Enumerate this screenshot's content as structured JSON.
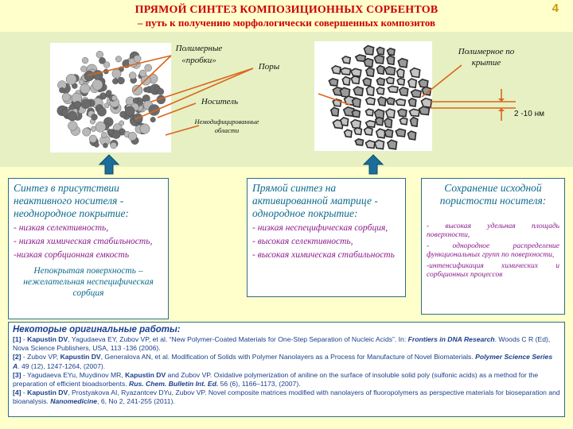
{
  "header": {
    "title": "ПРЯМОЙ СИНТЕЗ КОМПОЗИЦИОННЫХ СОРБЕНТОВ",
    "subtitle": "– путь к получению морфологически совершенных композитов",
    "page_number": "4"
  },
  "figure": {
    "label_polymer_plugs_1": "Полимерные",
    "label_polymer_plugs_2": "«пробки»",
    "label_pores": "Поры",
    "label_carrier": "Носитель",
    "label_unmodified_1": "Немодифицированные",
    "label_unmodified_2": "области",
    "label_polymer_coating_1": "Полимерное по",
    "label_polymer_coating_2": "крытие",
    "label_thickness": "2 -10 нм"
  },
  "boxes": {
    "left": {
      "heading": "Синтез в присутствии неактивного носителя - неоднородное покрытие:",
      "items": [
        "- низкая селективность,",
        "- низкая химическая стабильность,",
        "-низкая сорбционная емкость"
      ],
      "footer": "Непокрытая поверхность – нежелательная неспецифическая сорбция"
    },
    "middle": {
      "heading": "Прямой синтез на активированной матрице - однородное покрытие:",
      "items": [
        "- низкая неспецифическая сорбция,",
        "- высокая селективность,",
        "- высокая химическая стабильность"
      ]
    },
    "right": {
      "heading": "Сохранение исходной пористости носителя:",
      "items": [
        "- высокая удельная площадь поверхности,",
        "- однородное распределение функциональных групп по поверхности,",
        "-интенсификация химических и сорбционных процессов"
      ]
    }
  },
  "references": {
    "heading": "Некоторые оригинальные работы:",
    "r1a": "[1]",
    "r1b": " - ",
    "r1c": "Kapustin DV",
    "r1d": ", Yagudaeva EY, Zubov VP, et al. “New Polymer-Coated Materials for One-Step Separation of Nucleic Acids”. In: ",
    "r1e": "Frontiers in DNA Research",
    "r1f": ". Woods C R (Ed), Nova Science Publishers, USA, 113 -136 (2006).",
    "r2a": "[2]",
    "r2b": " - Zubov VP, ",
    "r2c": "Kapustin DV",
    "r2d": ", Generalova AN, et al. Modification of Solids with Polymer Nanolayers as a Process for Manufacture of Novel Biomaterials. ",
    "r2e": "Polymer Science Series A",
    "r2f": ". 49 (12), 1247-1264, (2007).",
    "r3a": "[3]",
    "r3b": " - Yagudaeva EYu, Muydinov MR, ",
    "r3c": "Kapustin DV",
    "r3d": " and Zubov VP. Oxidative polymerization of aniline on the surface of insoluble solid poly (sulfonic acids) as a method for the preparation of efficient bioadsorbents. ",
    "r3e": "Rus. Chem. Bulletin Int. Ed.",
    "r3f": " 56 (6), 1166–1173, (2007).",
    "r4a": "[4]",
    "r4b": " - ",
    "r4c": "Kapustin DV",
    "r4d": ", Prostyakova AI, Ryazantcev DYu, Zubov VP. Novel composite matrices modified with nanolayers of fluoropolymers as perspective materials for bioseparation and bioanalysis. ",
    "r4e": "Nanomedicine",
    "r4f": ", 6, No 2, 241-255 (2011)."
  },
  "colors": {
    "title": "#cc0000",
    "panel": "#e6f0c2",
    "background": "#ffffcc",
    "arrow": "#1c6e9a",
    "heading": "#0c6a8c",
    "item": "#8a1a8a",
    "pointer": "#d9661c"
  }
}
